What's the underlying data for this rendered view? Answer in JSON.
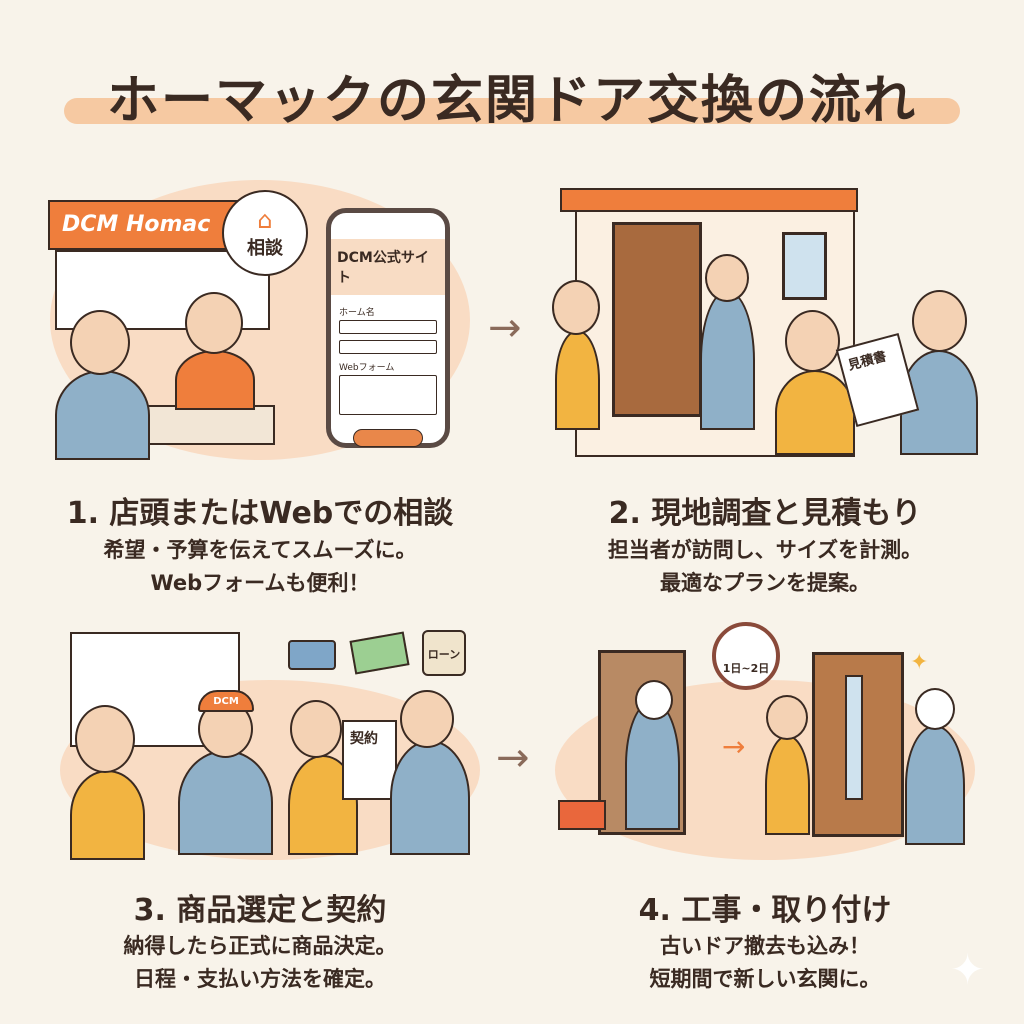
{
  "title": "ホーマックの玄関ドア交換の流れ",
  "colors": {
    "accent": "#ef7e3c",
    "highlight": "#f6c9a2",
    "background": "#f8f3ea",
    "blob": "#f9dcc4"
  },
  "steps": [
    {
      "title": "1. 店頭またはWebでの相談",
      "lines": [
        "希望・予算を伝えてスムーズに。",
        "Webフォームも便利！"
      ],
      "illustration": {
        "store_sign": "DCM Homac",
        "bubble": "相談",
        "phone_title": "DCM公式サイト",
        "field1_label": "ホーム名",
        "field2_label": "Webフォーム"
      }
    },
    {
      "title": "2. 現地調査と見積もり",
      "lines": [
        "担当者が訪問し、サイズを計測。",
        "最適なプランを提案。"
      ],
      "illustration": {
        "document": "見積書"
      }
    },
    {
      "title": "3. 商品選定と契約",
      "lines": [
        "納得したら正式に商品決定。",
        "日程・支払い方法を確定。"
      ],
      "illustration": {
        "document": "契約",
        "can": "ローン",
        "cap": "DCM"
      }
    },
    {
      "title": "4. 工事・取り付け",
      "lines": [
        "古いドア撤去も込み！",
        "短期間で新しい玄関に。"
      ],
      "illustration": {
        "clock": "1日~2日"
      }
    }
  ]
}
